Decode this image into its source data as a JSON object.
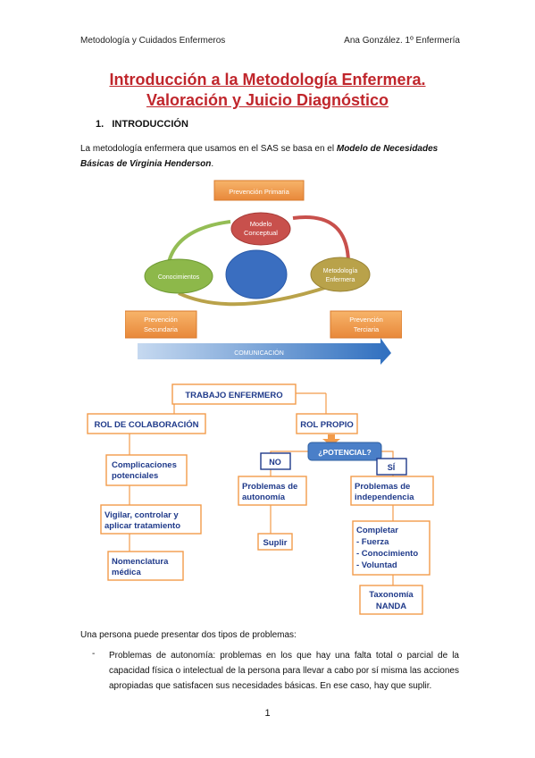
{
  "header": {
    "left": "Metodología y Cuidados Enfermeros",
    "right": "Ana González. 1º Enfermería"
  },
  "title": {
    "line1": "Introducción a la Metodología Enfermera.",
    "line2": "Valoración y Juicio Diagnóstico"
  },
  "section": {
    "number": "1.",
    "title": "INTRODUCCIÓN"
  },
  "intro": {
    "text": "La metodología enfermera que usamos en el SAS se basa en el ",
    "emphasis": "Modelo de Necesidades Básicas de Virginia Henderson",
    "end": "."
  },
  "diagram1": {
    "prevencion_primaria": "Prevención Primaria",
    "modelo_conceptual": [
      "Modelo",
      "Conceptual"
    ],
    "conocimientos": "Conocimientos",
    "metodologia": [
      "Metodología",
      "Enfermera"
    ],
    "prevencion_secundaria": [
      "Prevención",
      "Secundaria"
    ],
    "prevencion_terciaria": [
      "Prevención",
      "Terciaria"
    ],
    "comunicacion": "COMUNICACIÓN"
  },
  "diagram2": {
    "trabajo": "TRABAJO ENFERMERO",
    "rol_colaboracion": "ROL DE COLABORACIÓN",
    "rol_propio": "ROL PROPIO",
    "potencial": "¿POTENCIAL?",
    "no": "NO",
    "si": "SÍ",
    "complicaciones": [
      "Complicaciones",
      "potenciales"
    ],
    "vigilar": [
      "Vigilar, controlar y",
      "aplicar tratamiento"
    ],
    "nomenclatura": [
      "Nomenclatura",
      "médica"
    ],
    "autonomia": [
      "Problemas de",
      "autonomía"
    ],
    "suplir": "Suplir",
    "independencia": [
      "Problemas de",
      "independencia"
    ],
    "completar": [
      "Completar",
      "- Fuerza",
      "- Conocimiento",
      "- Voluntad"
    ],
    "taxonomia": [
      "Taxonomía",
      "NANDA"
    ]
  },
  "body": {
    "problems_intro": "Una persona puede presentar dos tipos de problemas:",
    "bullet_dash": "-",
    "bullet1": "Problemas de autonomía: problemas en los que hay una falta total o parcial de la capacidad física o intelectual de la persona para llevar a cabo por sí misma las acciones apropiadas que satisfacen sus necesidades básicas. En ese caso, hay que suplir."
  },
  "page_number": "1",
  "colors": {
    "title_red": "#c0262c",
    "orange": "#f0a050",
    "blue_arrow": "#3f7ec4",
    "green": "#8db84a",
    "red_circle": "#c8504c",
    "blue_circle": "#3a6ec0",
    "olive": "#b9a24a"
  }
}
